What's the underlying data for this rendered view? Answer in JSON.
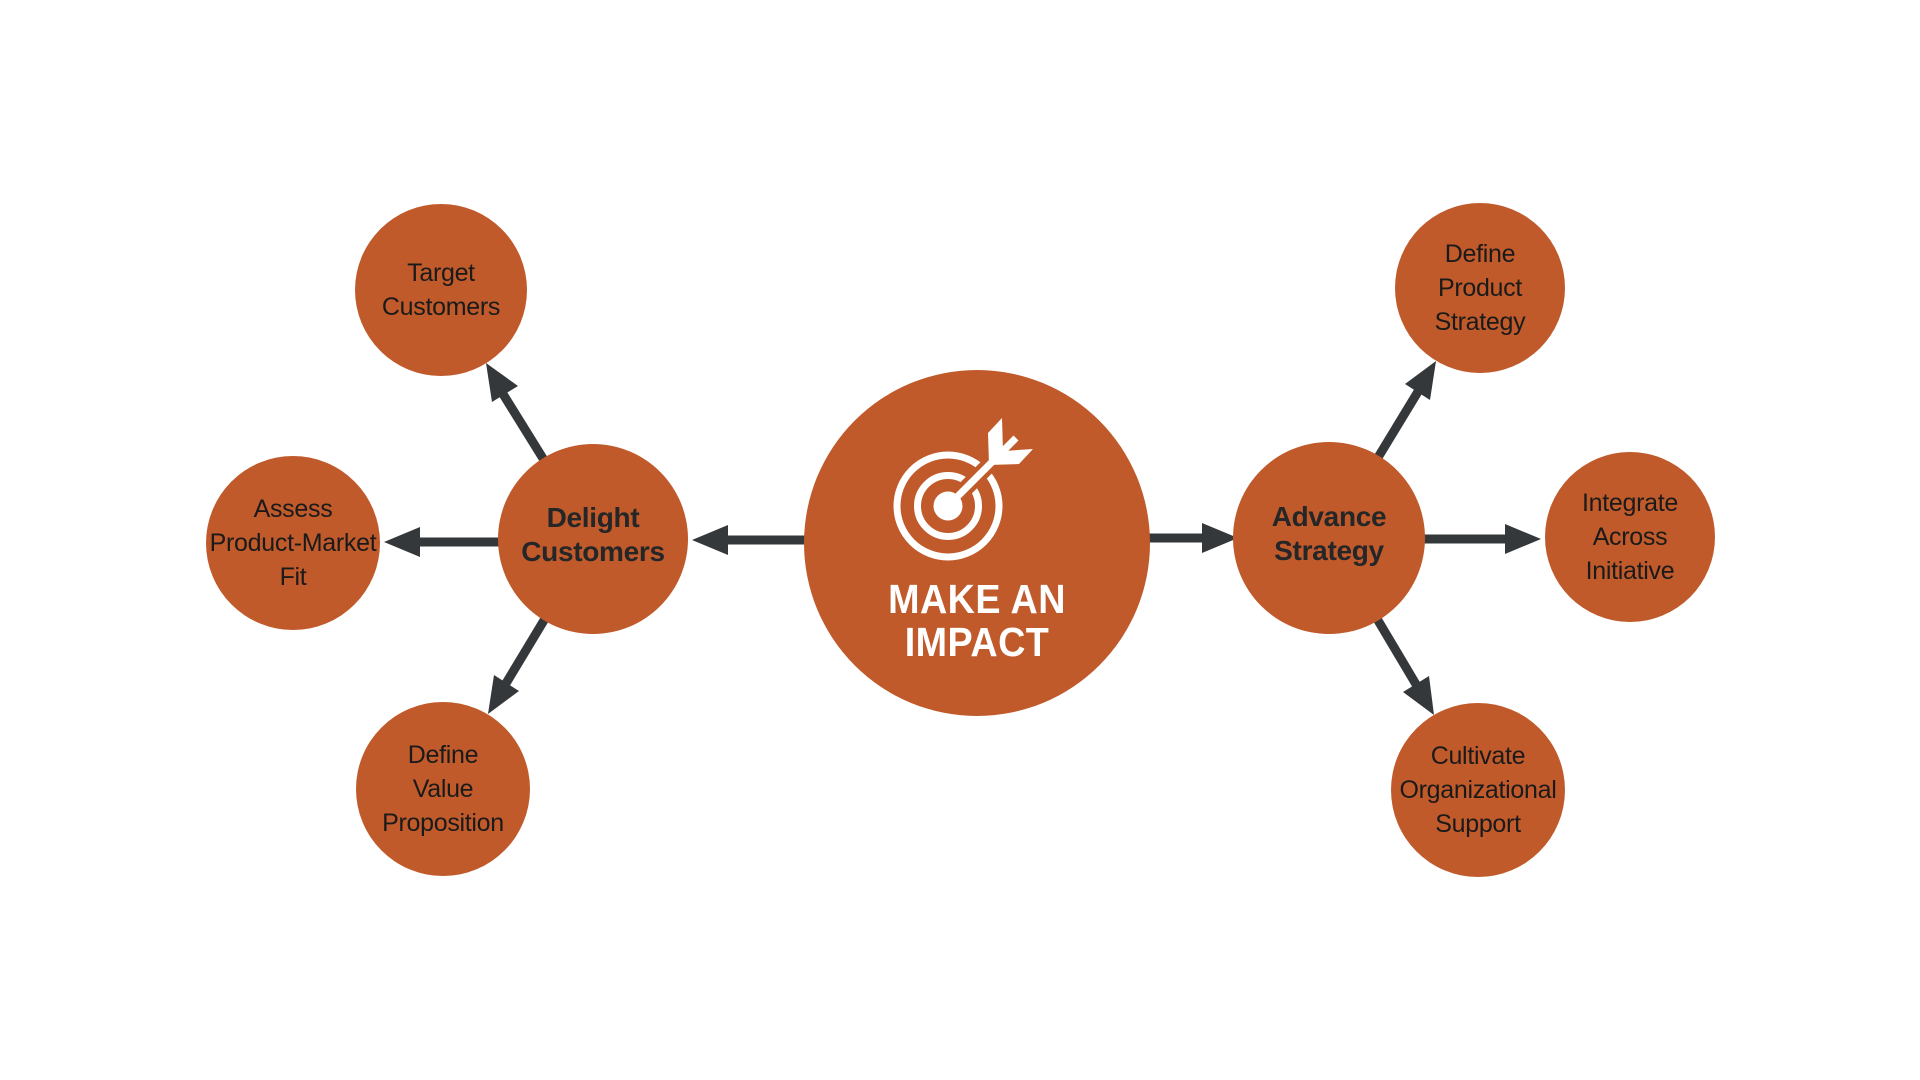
{
  "colors": {
    "node_fill": "#C05A2B",
    "arrow": "#35383A",
    "hub_text": "#242627",
    "satellite_text": "#1A1A1A",
    "center_text": "#FFFFFF",
    "background": "#FFFFFF"
  },
  "diagram": {
    "type": "hub-and-spoke",
    "center": {
      "icon": "bullseye-arrow-icon",
      "lines": [
        "MAKE AN",
        "IMPACT"
      ]
    },
    "hubs": {
      "delight_customers": {
        "lines": [
          "Delight",
          "Customers"
        ]
      },
      "advance_strategy": {
        "lines": [
          "Advance",
          "Strategy"
        ]
      }
    },
    "satellites": {
      "target_customers": {
        "lines": [
          "Target",
          "Customers"
        ]
      },
      "assess_product_market_fit": {
        "lines": [
          "Assess",
          "Product-Market",
          "Fit"
        ]
      },
      "define_value_proposition": {
        "lines": [
          "Define",
          "Value",
          "Proposition"
        ]
      },
      "define_product_strategy": {
        "lines": [
          "Define",
          "Product",
          "Strategy"
        ]
      },
      "integrate_across_initiative": {
        "lines": [
          "Integrate",
          "Across",
          "Initiative"
        ]
      },
      "cultivate_organizational_support": {
        "lines": [
          "Cultivate",
          "Organizational",
          "Support"
        ]
      }
    },
    "edges": [
      {
        "from": "center",
        "to": "delight_customers"
      },
      {
        "from": "center",
        "to": "advance_strategy"
      },
      {
        "from": "delight_customers",
        "to": "target_customers"
      },
      {
        "from": "delight_customers",
        "to": "assess_product_market_fit"
      },
      {
        "from": "delight_customers",
        "to": "define_value_proposition"
      },
      {
        "from": "advance_strategy",
        "to": "define_product_strategy"
      },
      {
        "from": "advance_strategy",
        "to": "integrate_across_initiative"
      },
      {
        "from": "advance_strategy",
        "to": "cultivate_organizational_support"
      }
    ]
  }
}
